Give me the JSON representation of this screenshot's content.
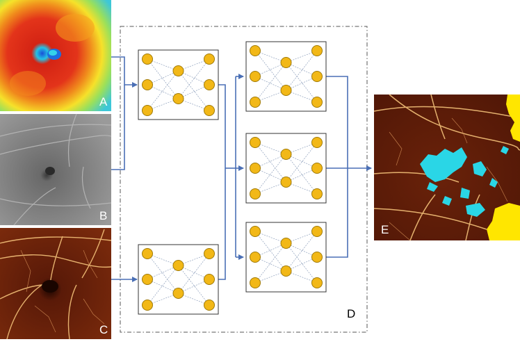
{
  "panels": {
    "a": {
      "label": "A"
    },
    "b": {
      "label": "B"
    },
    "c": {
      "label": "C"
    },
    "e": {
      "label": "E"
    }
  },
  "ensemble": {
    "label": "D"
  },
  "colors": {
    "connector": "#4a6fb5",
    "node_fill": "#f2b817",
    "node_stroke": "#a07a08",
    "box_stroke": "#333333",
    "dashed_frame": "#555555",
    "lesion": "#2ad6e6",
    "highlight": "#ffe600",
    "vessel_bg": "#5a1a08",
    "vessel": "#f4c27a"
  },
  "icons": {
    "network": "neural-network-icon"
  }
}
